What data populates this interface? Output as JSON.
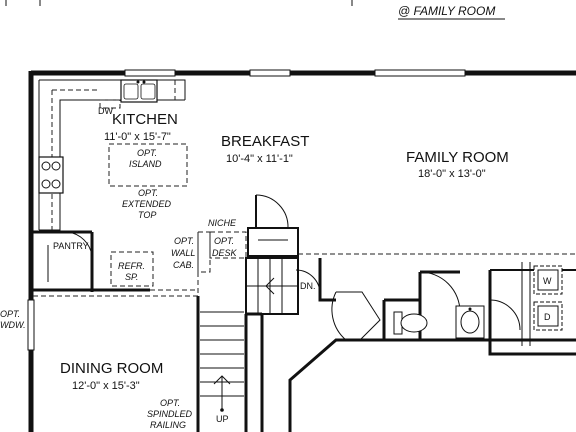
{
  "header": {
    "caption": "@ FAMILY ROOM"
  },
  "rooms": {
    "kitchen": {
      "name": "KITCHEN",
      "size": "11'-0\" x 15'-7\""
    },
    "breakfast": {
      "name": "BREAKFAST",
      "size": "10'-4\" x 11'-1\""
    },
    "family": {
      "name": "FAMILY ROOM",
      "size": "18'-0\" x 13'-0\""
    },
    "dining": {
      "name": "DINING ROOM",
      "size": "12'-0\" x 15'-3\""
    }
  },
  "labels": {
    "dw": "DW",
    "opt1": "OPT.",
    "island": "ISLAND",
    "opt2": "OPT.",
    "extended": "EXTENDED",
    "top": "TOP",
    "pantry": "PANTRY",
    "refr": "REFR.",
    "sp": "SP.",
    "opt3": "OPT.",
    "wall": "WALL",
    "cab": "CAB.",
    "niche": "NICHE",
    "opt4": "OPT.",
    "desk": "DESK",
    "dn": "DN.",
    "up": "UP",
    "opt5": "OPT.",
    "spindled": "SPINDLED",
    "railing": "RAILING",
    "opt6": "OPT.",
    "wdw": "WDW.",
    "w": "W",
    "d": "D"
  }
}
